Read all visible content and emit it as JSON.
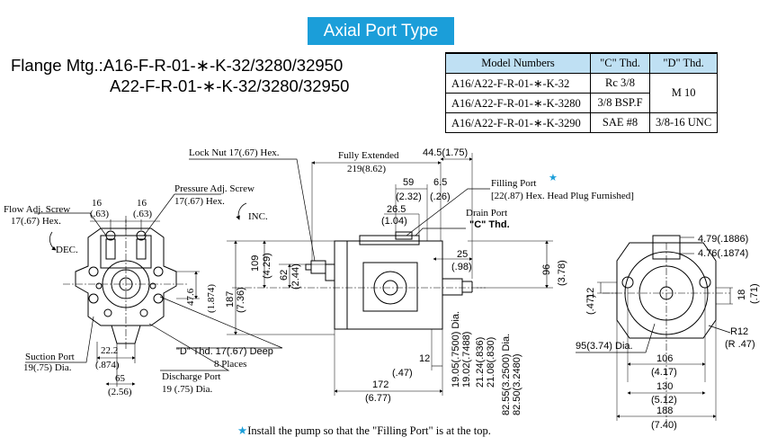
{
  "title": "Axial Port Type",
  "flange": {
    "prefix": "Flange Mtg.:",
    "line1": "A16-F-R-01-∗-K-32/3280/32950",
    "line2": "A22-F-R-01-∗-K-32/3280/32950"
  },
  "spec_table": {
    "headers": [
      "Model Numbers",
      "\"C\" Thd.",
      "\"D\" Thd."
    ],
    "rows": [
      [
        "A16/A22-F-R-01-∗-K-32",
        "Rc 3/8"
      ],
      [
        "A16/A22-F-R-01-∗-K-3280",
        "3/8 BSP.F"
      ],
      [
        "A16/A22-F-R-01-∗-K-3290",
        "SAE #8",
        "3/8-16 UNC"
      ]
    ],
    "shared_d": "M 10"
  },
  "labels": {
    "lock_nut": "Lock Nut 17(.67) Hex.",
    "fully_extended": "Fully Extended",
    "d219": "219(8.62)",
    "d44": "44.5(1.75)",
    "d59": "59",
    "d2_32": "(2.32)",
    "d6_5": "6.5",
    "d_26": "(.26)",
    "d26_5": "26.5",
    "d1_04": "(1.04)",
    "filling_port": "Filling Port",
    "filling_port_note": "[22(.87) Hex. Head Plug Furnished]",
    "drain_port": "Drain Port",
    "c_thd": "\"C\" Thd.",
    "pressure_adj": "Pressure Adj. Screw",
    "pressure_hex": "17(.67) Hex.",
    "inc": "INC.",
    "flow_adj": "Flow Adj. Screw",
    "flow_hex": "17(.67) Hex.",
    "dec": "DEC.",
    "d16a": "16",
    "d63a": "(.63)",
    "d16b": "16",
    "d63b": "(.63)",
    "d47_6": "47.6",
    "d1_874": "(1.874)",
    "d187": "187",
    "d7_36": "(7.36)",
    "d109": "109",
    "d4_29": "(4.29)",
    "d62": "62",
    "d2_44": "(2.44)",
    "d25": "25",
    "d_98": "(.98)",
    "d96": "96",
    "d3_78": "(3.78)",
    "suction_port": "Suction Port",
    "suction_dia": "19(.75) Dia.",
    "d22_2": "22.2",
    "d_874": "(.874)",
    "d65": "65",
    "d2_56": "(2.56)",
    "d_thd": "\"D\" Thd. 17(.67) Deep",
    "places": "8 Places",
    "discharge_port": "Discharge Port",
    "discharge_dia": "19 (.75) Dia.",
    "d12": "12",
    "d_47": "(.47)",
    "d172": "172",
    "d6_77": "(6.77)",
    "shaft1": "19.05(.7500) Dia.",
    "shaft2": "19.02(.7488)",
    "shaft3": "21.24(.836)",
    "shaft4": "21.08(.830)",
    "pilot1": "82.55(3.2500) Dia.",
    "pilot2": "82.50(3.2480)",
    "d4_79": "4.79(.1886)",
    "d4_76": "4.76(.1874)",
    "d12r": "12",
    "d_47r": "(.47)",
    "d18": "18",
    "d_71": "(.71)",
    "r12": "R12",
    "r_47": "(R .47)",
    "d95": "95(3.74) Dia.",
    "d106": "106",
    "d4_17": "(4.17)",
    "d130": "130",
    "d5_12": "(5.12)",
    "d188": "188",
    "d7_40": "(7.40)"
  },
  "note": "Install the pump so that the \"Filling Port\" is at the top."
}
